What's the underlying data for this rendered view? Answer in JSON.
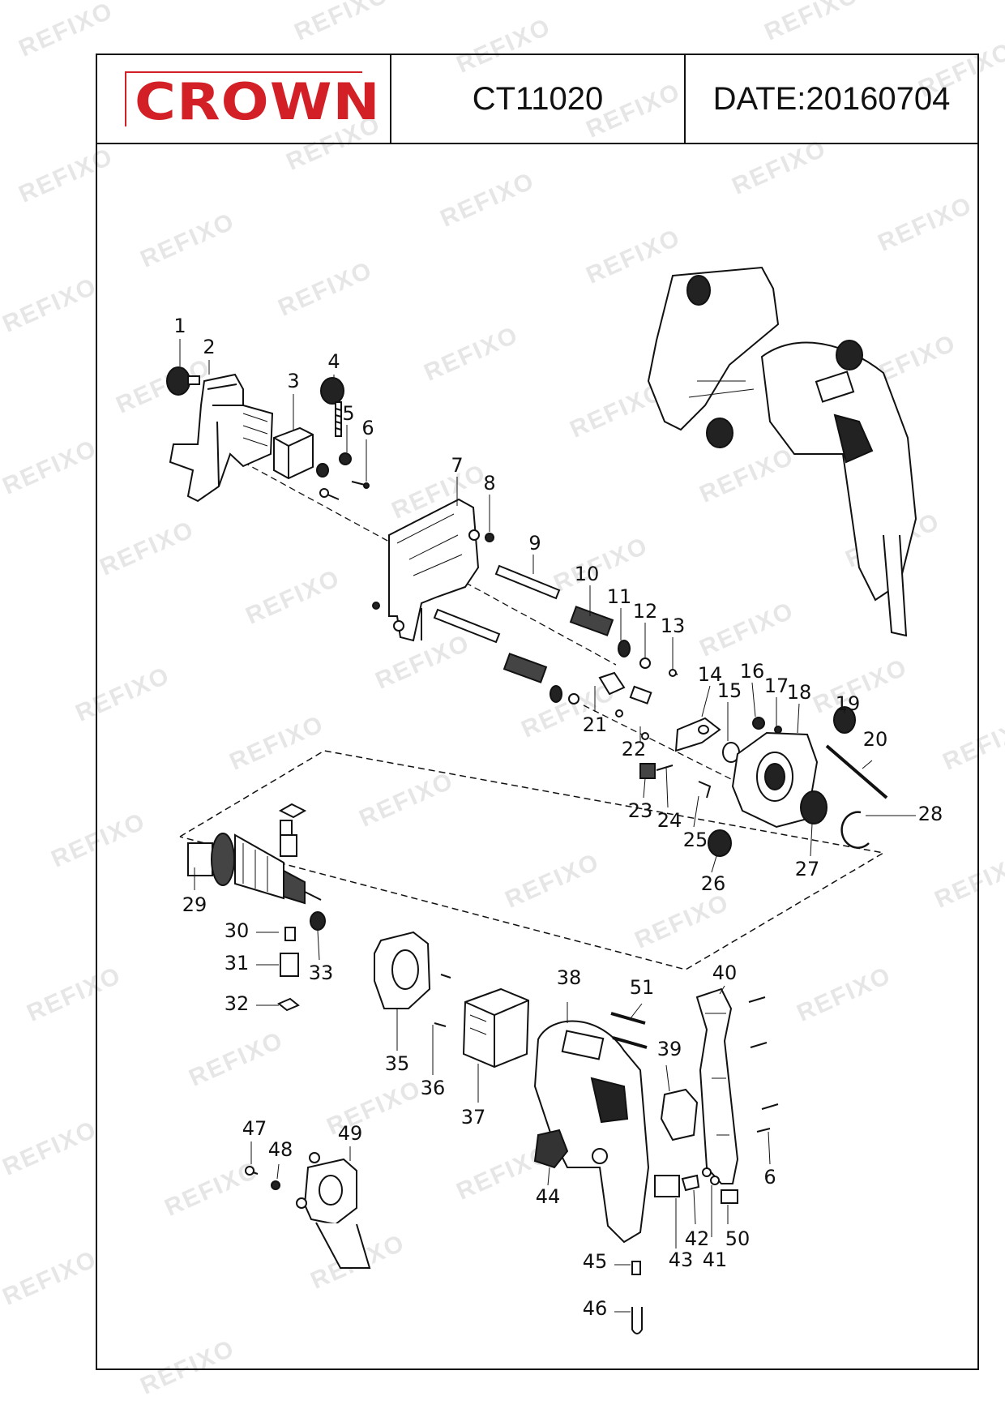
{
  "header": {
    "brand": "CROWN",
    "model": "CT11020",
    "date": "DATE:20160704"
  },
  "watermark": "REFIXO",
  "parts": [
    "1",
    "2",
    "3",
    "4",
    "5",
    "6",
    "7",
    "8",
    "9",
    "10",
    "11",
    "12",
    "13",
    "14",
    "15",
    "16",
    "17",
    "18",
    "19",
    "20",
    "21",
    "22",
    "23",
    "24",
    "25",
    "26",
    "27",
    "28",
    "29",
    "30",
    "31",
    "32",
    "33",
    "35",
    "36",
    "37",
    "38",
    "39",
    "40",
    "41",
    "42",
    "43",
    "44",
    "45",
    "46",
    "47",
    "48",
    "49",
    "50",
    "51"
  ],
  "colors": {
    "brand": "#d32027",
    "line": "#111111"
  }
}
